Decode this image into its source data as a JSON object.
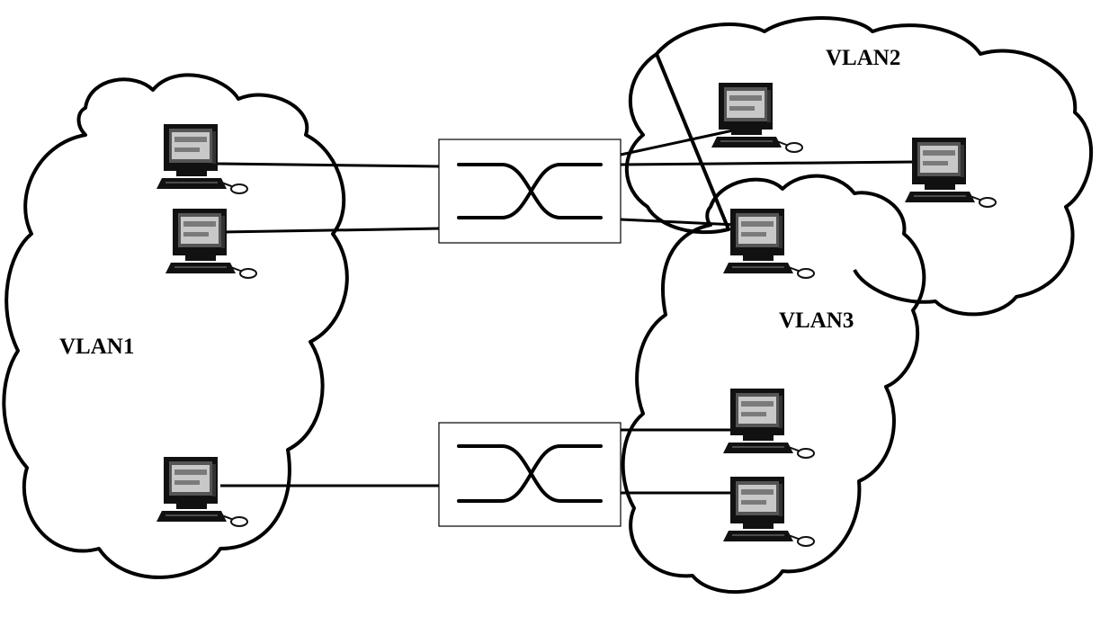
{
  "diagram": {
    "vlans": [
      {
        "id": "vlan1",
        "label": "VLAN1"
      },
      {
        "id": "vlan2",
        "label": "VLAN2"
      },
      {
        "id": "vlan3",
        "label": "VLAN3"
      }
    ],
    "icons": {
      "computer": "desktop-computer-icon",
      "switch": "switch-icon"
    },
    "colors": {
      "background": "#ffffff",
      "stroke": "#000000"
    }
  }
}
